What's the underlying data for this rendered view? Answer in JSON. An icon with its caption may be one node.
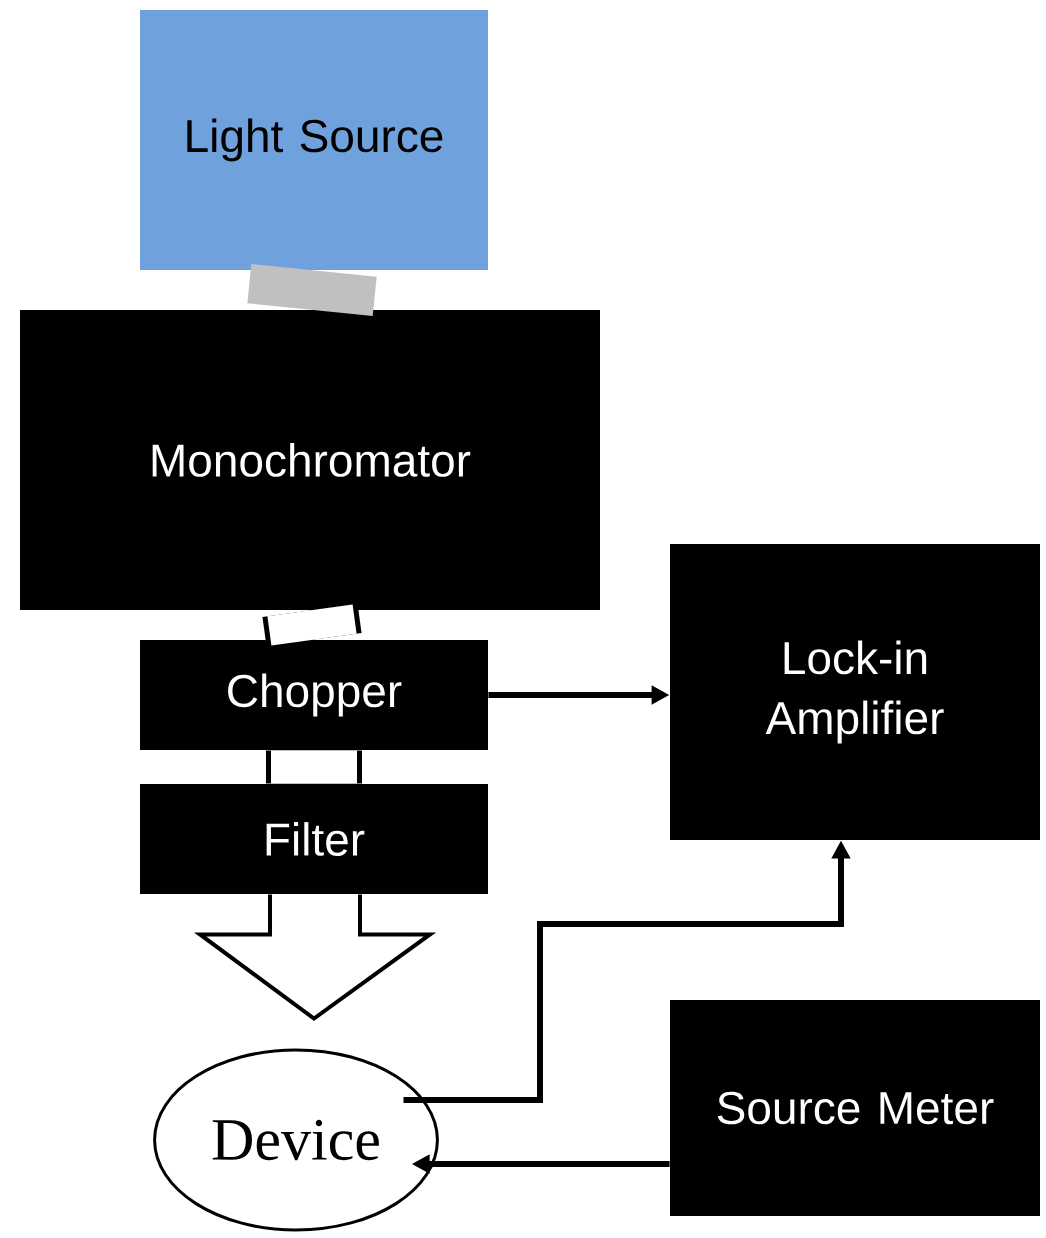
{
  "diagram": {
    "nodes": [
      {
        "text": [
          "Light Source"
        ]
      },
      {
        "text": [
          "Monochromator"
        ]
      },
      {
        "text": [
          "Chopper"
        ]
      },
      {
        "text": [
          "Filter"
        ]
      },
      {
        "text": [
          "Lock-in Amplifier"
        ]
      },
      {
        "text": [
          "Device"
        ]
      },
      {
        "text": [
          "Source Meter"
        ]
      }
    ],
    "edges": [
      {
        "from": 0,
        "to": 1,
        "arrow": "none",
        "style": "thick",
        "color": "#c0c0c0"
      },
      {
        "from": 1,
        "to": 2,
        "arrow": "none",
        "style": "thick"
      },
      {
        "from": 2,
        "to": 3,
        "arrow": "none",
        "style": "thick"
      },
      {
        "from": 3,
        "to": 5,
        "arrow": "to",
        "style": "thick"
      },
      {
        "from": 2,
        "to": 4,
        "arrow": "to"
      },
      {
        "from": 5,
        "to": 4,
        "arrow": "to"
      },
      {
        "from": 6,
        "to": 5,
        "arrow": "to"
      }
    ]
  }
}
